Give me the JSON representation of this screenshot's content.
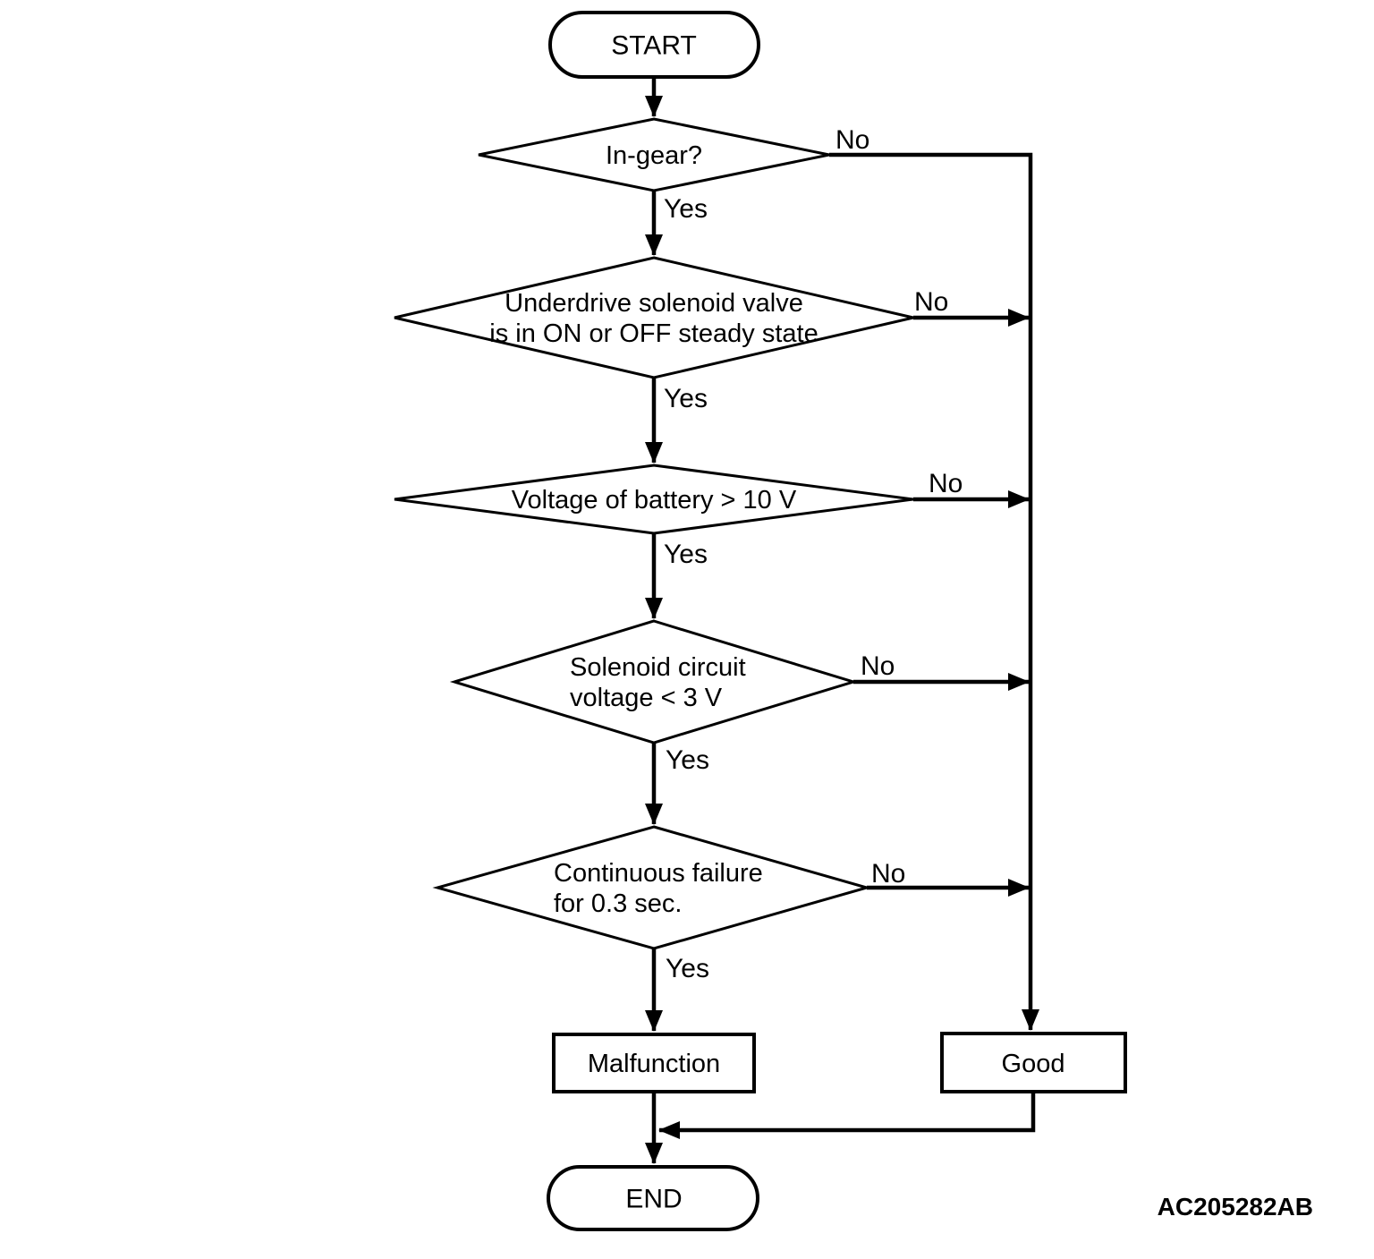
{
  "diagram": {
    "type": "flowchart",
    "figure_id": "AC205282AB",
    "labels": {
      "yes": "Yes",
      "no": "No"
    },
    "nodes": {
      "start": {
        "type": "terminator",
        "label": "START"
      },
      "in_gear": {
        "type": "decision",
        "label": "In-gear?"
      },
      "underdrive": {
        "type": "decision",
        "line1": "Underdrive solenoid valve",
        "line2": "is in ON or OFF steady state"
      },
      "battery": {
        "type": "decision",
        "label": "Voltage of battery > 10 V"
      },
      "solenoid": {
        "type": "decision",
        "line1": "Solenoid circuit",
        "line2": "voltage < 3 V"
      },
      "failure": {
        "type": "decision",
        "line1": "Continuous failure",
        "line2": "for 0.3 sec."
      },
      "malfunction": {
        "type": "process",
        "label": "Malfunction"
      },
      "good": {
        "type": "process",
        "label": "Good"
      },
      "end": {
        "type": "terminator",
        "label": "END"
      }
    },
    "edges": [
      {
        "from": "start",
        "to": "in_gear",
        "label": ""
      },
      {
        "from": "in_gear",
        "to": "underdrive",
        "label": "Yes"
      },
      {
        "from": "in_gear",
        "to": "good",
        "label": "No"
      },
      {
        "from": "underdrive",
        "to": "battery",
        "label": "Yes"
      },
      {
        "from": "underdrive",
        "to": "good",
        "label": "No"
      },
      {
        "from": "battery",
        "to": "solenoid",
        "label": "Yes"
      },
      {
        "from": "battery",
        "to": "good",
        "label": "No"
      },
      {
        "from": "solenoid",
        "to": "failure",
        "label": "Yes"
      },
      {
        "from": "solenoid",
        "to": "good",
        "label": "No"
      },
      {
        "from": "failure",
        "to": "malfunction",
        "label": "Yes"
      },
      {
        "from": "failure",
        "to": "good",
        "label": "No"
      },
      {
        "from": "malfunction",
        "to": "end",
        "label": ""
      },
      {
        "from": "good",
        "to": "end",
        "label": ""
      }
    ]
  },
  "colors": {
    "ink": "#000000",
    "background": "#ffffff"
  }
}
